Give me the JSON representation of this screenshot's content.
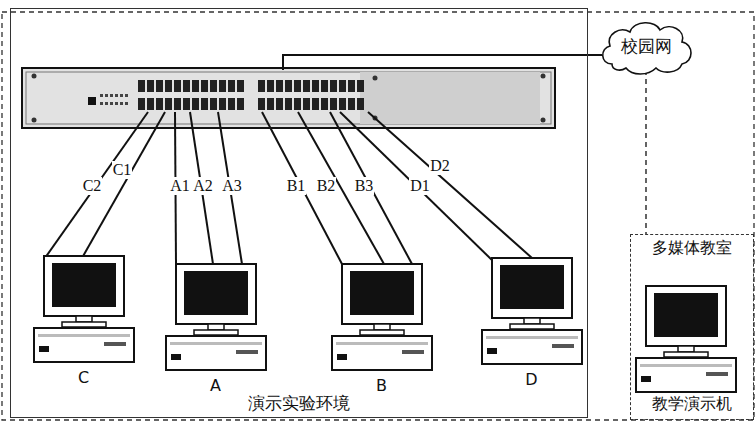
{
  "diagram": {
    "nodes": [
      {
        "text": [
          "演示实验环境"
        ]
      },
      {
        "text": [
          "C"
        ],
        "in": 0
      },
      {
        "text": [
          "A"
        ],
        "in": 0
      },
      {
        "text": [
          "B"
        ],
        "in": 0
      },
      {
        "text": [
          "D"
        ],
        "in": 0
      },
      {
        "text": [
          "校园网"
        ]
      },
      {
        "text": [
          "多媒体教室"
        ]
      },
      {
        "text": [
          "教学演示机"
        ],
        "in": 6
      }
    ],
    "edges": [
      {
        "from": 5,
        "to": 6,
        "arrow": "none"
      }
    ],
    "labels": [
      "C2",
      "C1",
      "A1",
      "A2",
      "A3",
      "B1",
      "B2",
      "B3",
      "D1",
      "D2"
    ]
  }
}
